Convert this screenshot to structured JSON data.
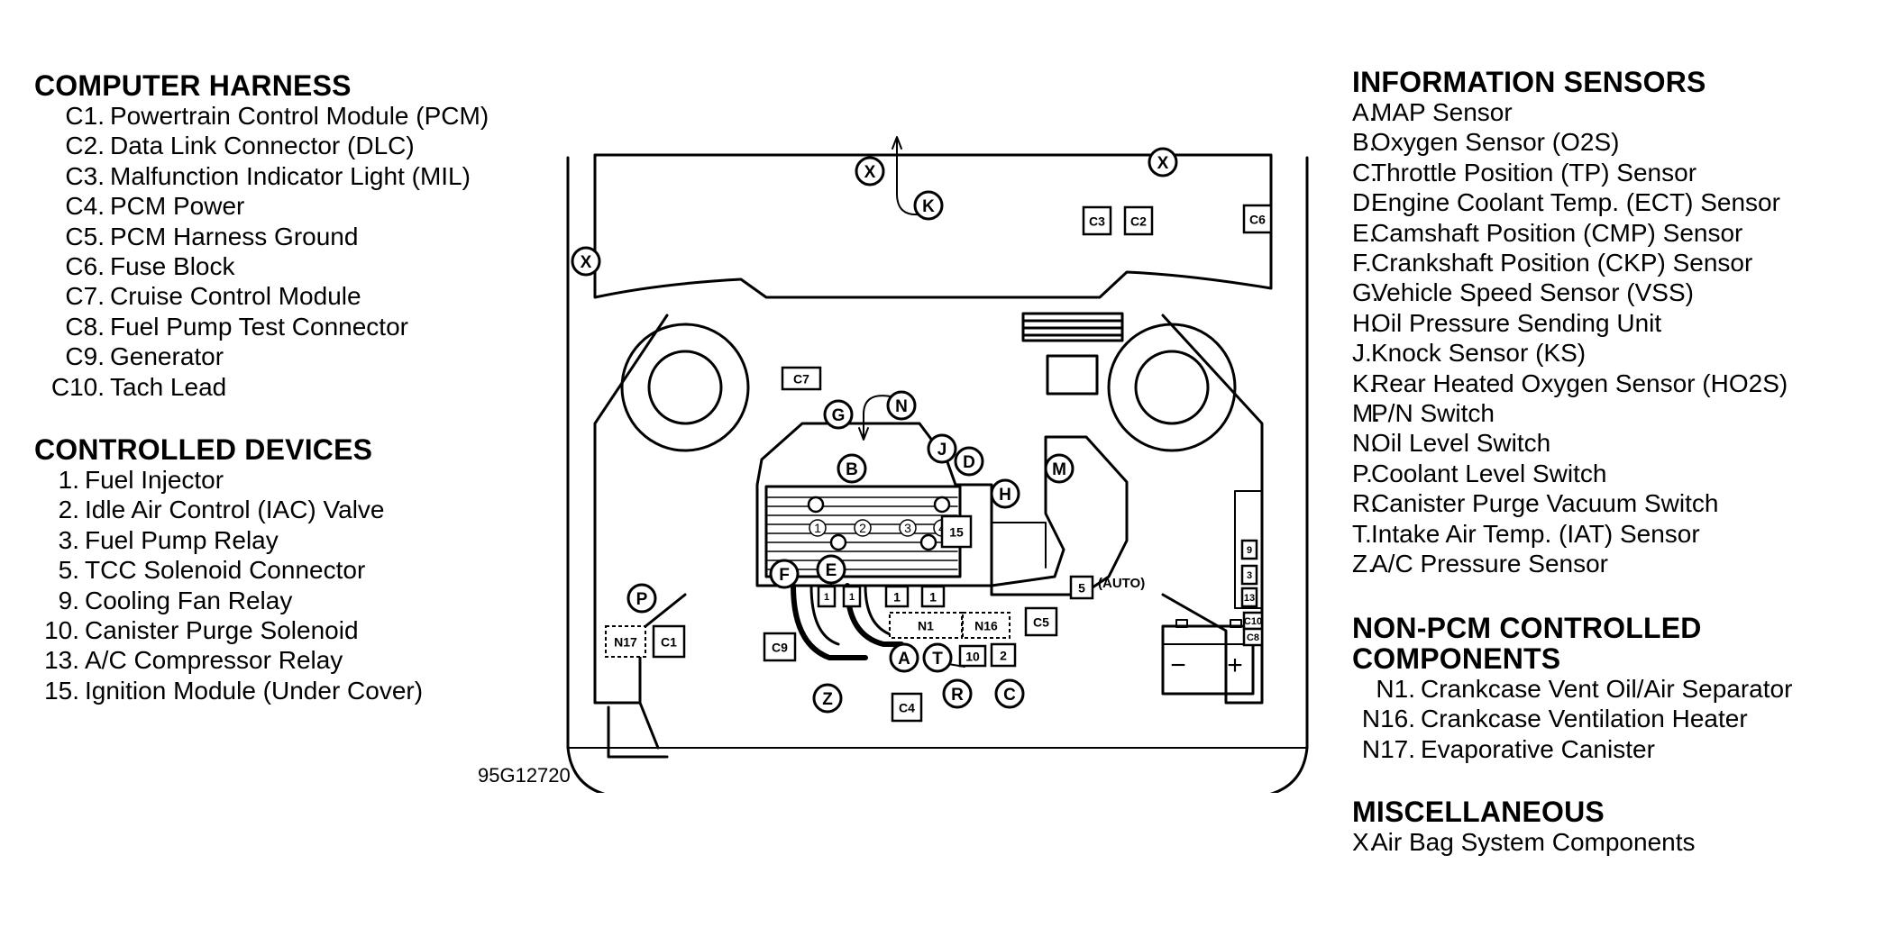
{
  "computer_harness": {
    "title": "COMPUTER HARNESS",
    "items": [
      {
        "key": "C1.",
        "label": "Powertrain Control Module (PCM)"
      },
      {
        "key": "C2.",
        "label": "Data Link Connector (DLC)"
      },
      {
        "key": "C3.",
        "label": "Malfunction Indicator Light (MIL)"
      },
      {
        "key": "C4.",
        "label": "PCM Power"
      },
      {
        "key": "C5.",
        "label": "PCM Harness Ground"
      },
      {
        "key": "C6.",
        "label": "Fuse Block"
      },
      {
        "key": "C7.",
        "label": "Cruise Control Module"
      },
      {
        "key": "C8.",
        "label": "Fuel Pump Test Connector"
      },
      {
        "key": "C9.",
        "label": "Generator"
      },
      {
        "key": "C10.",
        "label": "Tach Lead"
      }
    ]
  },
  "controlled_devices": {
    "title": "CONTROLLED DEVICES",
    "items": [
      {
        "key": "1.",
        "label": "Fuel Injector"
      },
      {
        "key": "2.",
        "label": "Idle Air Control (IAC) Valve"
      },
      {
        "key": "3.",
        "label": "Fuel Pump Relay"
      },
      {
        "key": "5.",
        "label": "TCC Solenoid Connector"
      },
      {
        "key": "9.",
        "label": "Cooling Fan Relay"
      },
      {
        "key": "10.",
        "label": "Canister Purge Solenoid"
      },
      {
        "key": "13.",
        "label": "A/C Compressor Relay"
      },
      {
        "key": "15.",
        "label": "Ignition Module (Under Cover)"
      }
    ]
  },
  "information_sensors": {
    "title": "INFORMATION SENSORS",
    "items": [
      {
        "key": "A.",
        "label": "MAP Sensor"
      },
      {
        "key": "B.",
        "label": "Oxygen Sensor (O2S)"
      },
      {
        "key": "C.",
        "label": "Throttle Position (TP) Sensor"
      },
      {
        "key": "D.",
        "label": "Engine Coolant Temp. (ECT) Sensor"
      },
      {
        "key": "E.",
        "label": "Camshaft Position (CMP) Sensor"
      },
      {
        "key": "F.",
        "label": "Crankshaft Position (CKP) Sensor"
      },
      {
        "key": "G.",
        "label": "Vehicle Speed Sensor (VSS)"
      },
      {
        "key": "H.",
        "label": "Oil Pressure Sending Unit"
      },
      {
        "key": "J.",
        "label": "Knock Sensor (KS)"
      },
      {
        "key": "K.",
        "label": "Rear Heated Oxygen Sensor (HO2S)"
      },
      {
        "key": "M.",
        "label": "P/N Switch"
      },
      {
        "key": "N.",
        "label": "Oil Level Switch"
      },
      {
        "key": "P.",
        "label": "Coolant Level Switch"
      },
      {
        "key": "R.",
        "label": "Canister Purge Vacuum Switch"
      },
      {
        "key": "T.",
        "label": "Intake Air Temp. (IAT) Sensor"
      },
      {
        "key": "Z.",
        "label": "A/C Pressure Sensor"
      }
    ]
  },
  "non_pcm_components": {
    "title_line1": "NON-PCM CONTROLLED",
    "title_line2": "COMPONENTS",
    "items": [
      {
        "key": "N1.",
        "label": "Crankcase Vent Oil/Air Separator"
      },
      {
        "key": "N16.",
        "label": "Crankcase Ventilation Heater"
      },
      {
        "key": "N17.",
        "label": "Evaporative Canister"
      }
    ]
  },
  "miscellaneous": {
    "title": "MISCELLANEOUS",
    "items": [
      {
        "key": "X.",
        "label": "Air Bag System Components"
      }
    ]
  },
  "figure_code": "95G12720",
  "diagram_labels": {
    "circles": [
      "K",
      "X",
      "X",
      "X",
      "N",
      "G",
      "B",
      "J",
      "D",
      "H",
      "M",
      "E",
      "F",
      "P",
      "A",
      "T",
      "R",
      "C",
      "Z"
    ],
    "boxes": [
      "C3",
      "C2",
      "C6",
      "C7",
      "C9",
      "C1",
      "N17",
      "C4",
      "C5",
      "15",
      "5",
      "1",
      "1",
      "1",
      "1",
      "10",
      "2",
      "N1",
      "N16",
      "9",
      "3",
      "13",
      "C10",
      "C8"
    ],
    "auto_label": "(AUTO)",
    "injector_numbers": [
      "1",
      "2",
      "3",
      "4"
    ],
    "battery_minus": "−",
    "battery_plus": "+"
  }
}
